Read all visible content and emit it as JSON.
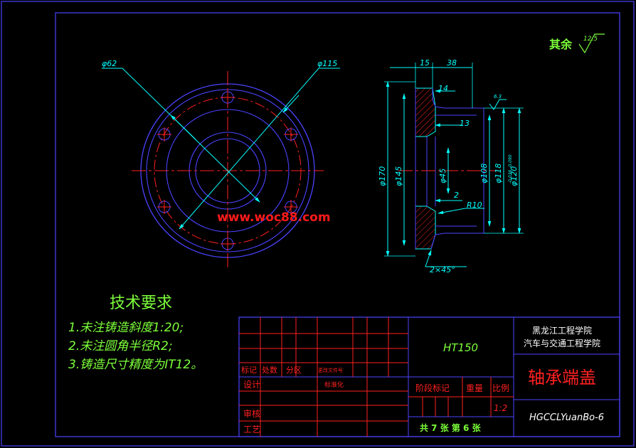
{
  "drawing": {
    "surface_finish": {
      "label": "其余",
      "value": "12.5",
      "face_value": "6.3"
    },
    "front_view": {
      "dia_outer": "φ115",
      "dia_inner": "φ62"
    },
    "section_view": {
      "dims": {
        "w15": "15",
        "w38": "38",
        "d14": "14",
        "d13": "13",
        "d2": "2",
        "r10": "R10",
        "chamfer": "2×45°",
        "phi170": "φ170",
        "phi145": "φ145",
        "phi45": "φ45",
        "phi108": "φ108",
        "phi118": "φ118",
        "phi120": "φ120",
        "phi120_tol": "-0.036 -0.090"
      }
    },
    "watermark": "www.woc88.com",
    "tech_requirements": {
      "title": "技术要求",
      "items": [
        "1.未注铸造斜度1:20;",
        "2.未注圆角半径R2;",
        "3.铸造尺寸精度为IT12。"
      ]
    },
    "title_block": {
      "material": "HT150",
      "school_line1": "黑龙江工程学院",
      "school_line2": "汽车与交通工程学院",
      "part_name": "轴承端盖",
      "drawing_no": "HGCCLYuanBo-6",
      "rev_headers": [
        "标记",
        "处数",
        "分区",
        "更改文件号"
      ],
      "design": "设计",
      "standardize": "标准化",
      "review": "审核",
      "process": "工艺",
      "stage_mark": "阶段标记",
      "weight": "重量",
      "scale_label": "比例",
      "scale": "1:2",
      "sheets": "共 7 张  第 6 张"
    },
    "colors": {
      "frame": "#4b43ff",
      "cyan": "#00ffff",
      "red": "#ff2020",
      "green": "#7cff3a",
      "watermark": "#ff1a1a",
      "white": "#ffffff"
    }
  }
}
